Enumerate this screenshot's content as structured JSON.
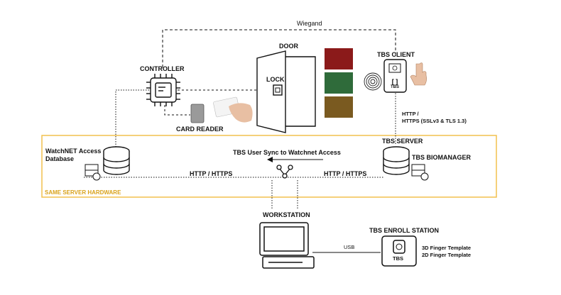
{
  "links": {
    "wiegand": "Wiegand",
    "http_left": "HTTP / HTTPS",
    "http_right": "HTTP / HTTPS",
    "http_client_1": "HTTP /",
    "http_client_2": "HTTPS (SSLv3 & TLS 1.3)",
    "sync": "TBS User Sync to Watchnet Access",
    "usb": "USB"
  },
  "nodes": {
    "controller": "CONTROLLER",
    "door": "DOOR",
    "lock": "LOCK",
    "card_reader": "CARD READER",
    "tbs_client": "TBS CLIENT",
    "tbs_server": "TBS SERVER",
    "tbs_biomanager": "TBS BIOMANAGER",
    "watchnet_1": "WatchNET Access",
    "watchnet_2": "Database",
    "workstation": "WORKSTATION",
    "enroll_station": "TBS ENROLL STATION",
    "template_3d": "3D Finger Template",
    "template_2d": "2D Finger Template",
    "enroll_device_label": "TBS",
    "client_device_label": "TBS"
  },
  "zone": {
    "label": "SAME SERVER HARDWARE",
    "color": "#F2C14E"
  },
  "screens": {
    "red": "#8B1A1A",
    "green": "#2F6B3A",
    "brown": "#7A5A20"
  }
}
